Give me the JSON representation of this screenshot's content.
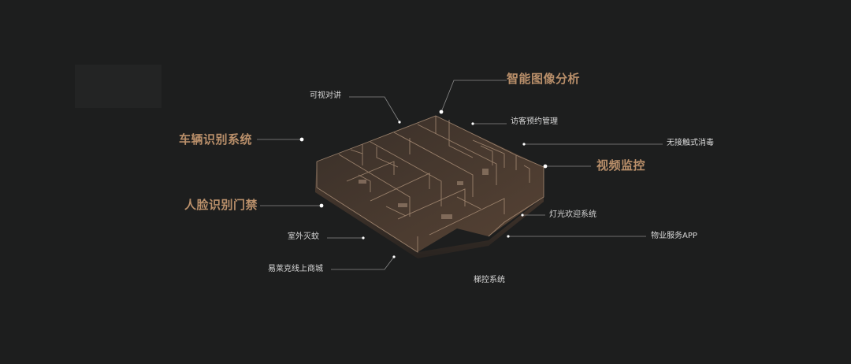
{
  "colors": {
    "background": "#1d1e1e",
    "accent": "#b98f6a",
    "label": "#d8d8d8",
    "leader_line": "#8a8a8a",
    "dot": "#ffffff",
    "building_floor": "#5a4536",
    "building_wall": "#a88d76"
  },
  "features": [
    {
      "id": "image-analysis",
      "text": "智能图像分析",
      "emphasis": "major"
    },
    {
      "id": "video-intercom",
      "text": "可视对讲",
      "emphasis": "minor"
    },
    {
      "id": "visitor-booking",
      "text": "访客预约管理",
      "emphasis": "minor"
    },
    {
      "id": "vehicle-recognition",
      "text": "车辆识别系统",
      "emphasis": "major"
    },
    {
      "id": "touchless-disinfection",
      "text": "无接触式消毒",
      "emphasis": "minor"
    },
    {
      "id": "video-surveillance",
      "text": "视频监控",
      "emphasis": "major"
    },
    {
      "id": "face-access",
      "text": "人脸识别门禁",
      "emphasis": "major"
    },
    {
      "id": "welcome-lighting",
      "text": "灯光欢迎系统",
      "emphasis": "minor"
    },
    {
      "id": "outdoor-mosquito",
      "text": "室外灭蚊",
      "emphasis": "minor"
    },
    {
      "id": "property-app",
      "text": "物业服务APP",
      "emphasis": "minor"
    },
    {
      "id": "online-mall",
      "text": "易莱克线上商城",
      "emphasis": "minor"
    },
    {
      "id": "elevator-control",
      "text": "梯控系统",
      "emphasis": "minor"
    }
  ]
}
